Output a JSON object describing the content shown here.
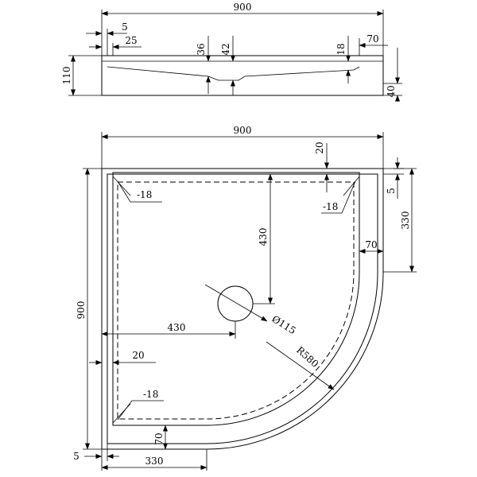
{
  "side_view": {
    "width": "900",
    "offset_5": "5",
    "offset_25": "25",
    "depth_36": "36",
    "depth_42": "42",
    "depth_18": "18",
    "rim_70": "70",
    "height": "110",
    "base_40": "40"
  },
  "plan_view": {
    "width": "900",
    "height": "900",
    "rim_20_top": "20",
    "rim_5_right": "5",
    "straight_330_right": "330",
    "rim_70_right": "70",
    "drain_y_430": "430",
    "drain_x_430": "430",
    "drain_diameter": "Ø115",
    "radius": "R580",
    "rim_20_left": "20",
    "slope_top_left": "-18",
    "slope_top_right": "-18",
    "slope_bottom_left": "-18",
    "rim_70_bottom": "70",
    "rim_5_bottom": "5",
    "straight_330_bottom": "330"
  }
}
